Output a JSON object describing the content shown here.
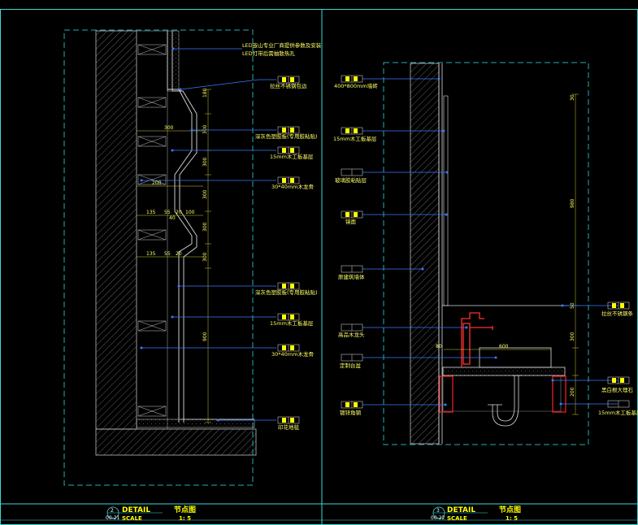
{
  "left": {
    "annotations": [
      "LED嵌山专业厂商提供参数及安装",
      "LED灯带后需抽散热孔",
      "拉丝不锈钢包边",
      "深灰色塑胶板(专用胶粘贴)",
      "15mm木工板基层",
      "30*40mm木龙骨",
      "深灰色塑胶板(专用胶粘贴)",
      "15mm木工板基层",
      "30*40mm木龙骨",
      "印花地毯"
    ],
    "dims_h": [
      "300",
      "200",
      "135",
      "55",
      "20",
      "100",
      "40",
      "135",
      "55",
      "20"
    ],
    "dims_v": [
      "180",
      "300",
      "300",
      "300",
      "300",
      "300",
      "900"
    ],
    "title": {
      "label": "DETAIL",
      "sub": "SCALE",
      "name": "节点图",
      "scale": "1: 5",
      "num": "2",
      "ref": "00-21"
    }
  },
  "right": {
    "annotations_left": [
      "400*800mm墙砖",
      "15mm木工板基层",
      "玻璃胶粘贴层",
      "镜面",
      "原建筑墙体",
      "高品木龙头",
      "定制台盆",
      "镀锌角钢"
    ],
    "annotations_right": [
      "拉丝不锈钢条",
      "黑白根大理石",
      "15mm木工板基层"
    ],
    "dims": [
      "30",
      "980",
      "50",
      "300",
      "600",
      "80",
      "200"
    ],
    "title": {
      "label": "DETAIL",
      "sub": "SCALE",
      "name": "节点图",
      "scale": "1: 5",
      "num": "3",
      "ref": "00-22"
    }
  }
}
